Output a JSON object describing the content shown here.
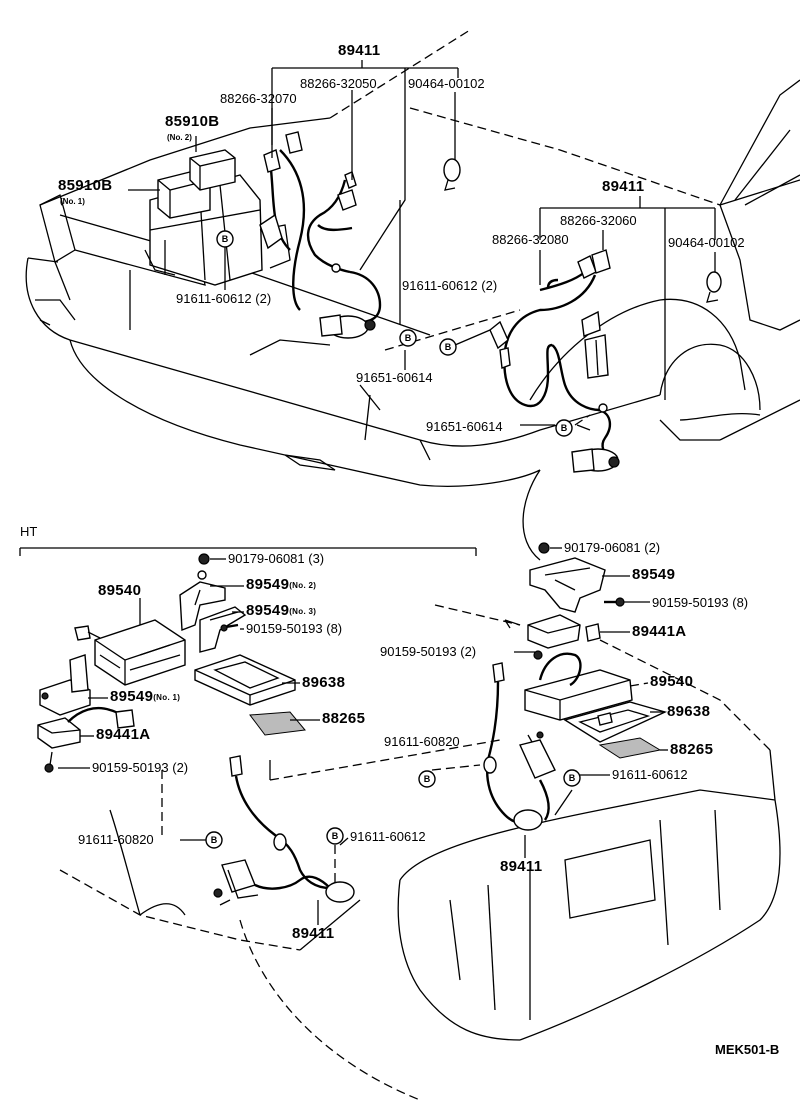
{
  "top": {
    "p89411": "89411",
    "p88266_32050": "88266-32050",
    "p90464_00102": "90464-00102",
    "p88266_32070": "88266-32070",
    "p85910B_2": "85910B",
    "p85910B_2_sub": "(No. 2)",
    "p85910B_1": "85910B",
    "p85910B_1_sub": "(No. 1)",
    "p91611_60612_2a": "91611-60612 (2)",
    "p91651_60614_a": "91651-60614",
    "p89411_r": "89411",
    "p88266_32060": "88266-32060",
    "p88266_32080": "88266-32080",
    "p90464_00102_r": "90464-00102",
    "p91611_60612_2b": "91611-60612 (2)",
    "p91651_60614_b": "91651-60614"
  },
  "ht": {
    "label": "HT",
    "p90179_06081_3": "90179-06081 (3)",
    "p89549_2": "89549",
    "p89549_2_sub": "(No. 2)",
    "p89540": "89540",
    "p89549_3": "89549",
    "p89549_3_sub": "(No. 3)",
    "p90159_50193_8": "90159-50193 (8)",
    "p89638": "89638",
    "p89549_1": "89549",
    "p89549_1_sub": "(No. 1)",
    "p88265": "88265",
    "p89441A": "89441A",
    "p90159_50193_2": "90159-50193 (2)",
    "p91611_60820": "91611-60820",
    "p91611_60612": "91611-60612",
    "p89411": "89411"
  },
  "right": {
    "p90179_06081_2": "90179-06081 (2)",
    "p89549": "89549",
    "p90159_50193_8": "90159-50193 (8)",
    "p89441A": "89441A",
    "p90159_50193_2": "90159-50193 (2)",
    "p89540": "89540",
    "p89638": "89638",
    "p88265": "88265",
    "p91611_60820": "91611-60820",
    "p91611_60612": "91611-60612",
    "p89411": "89411"
  },
  "markers": {
    "b": "B"
  },
  "footer": {
    "code": "MEK501-B"
  }
}
